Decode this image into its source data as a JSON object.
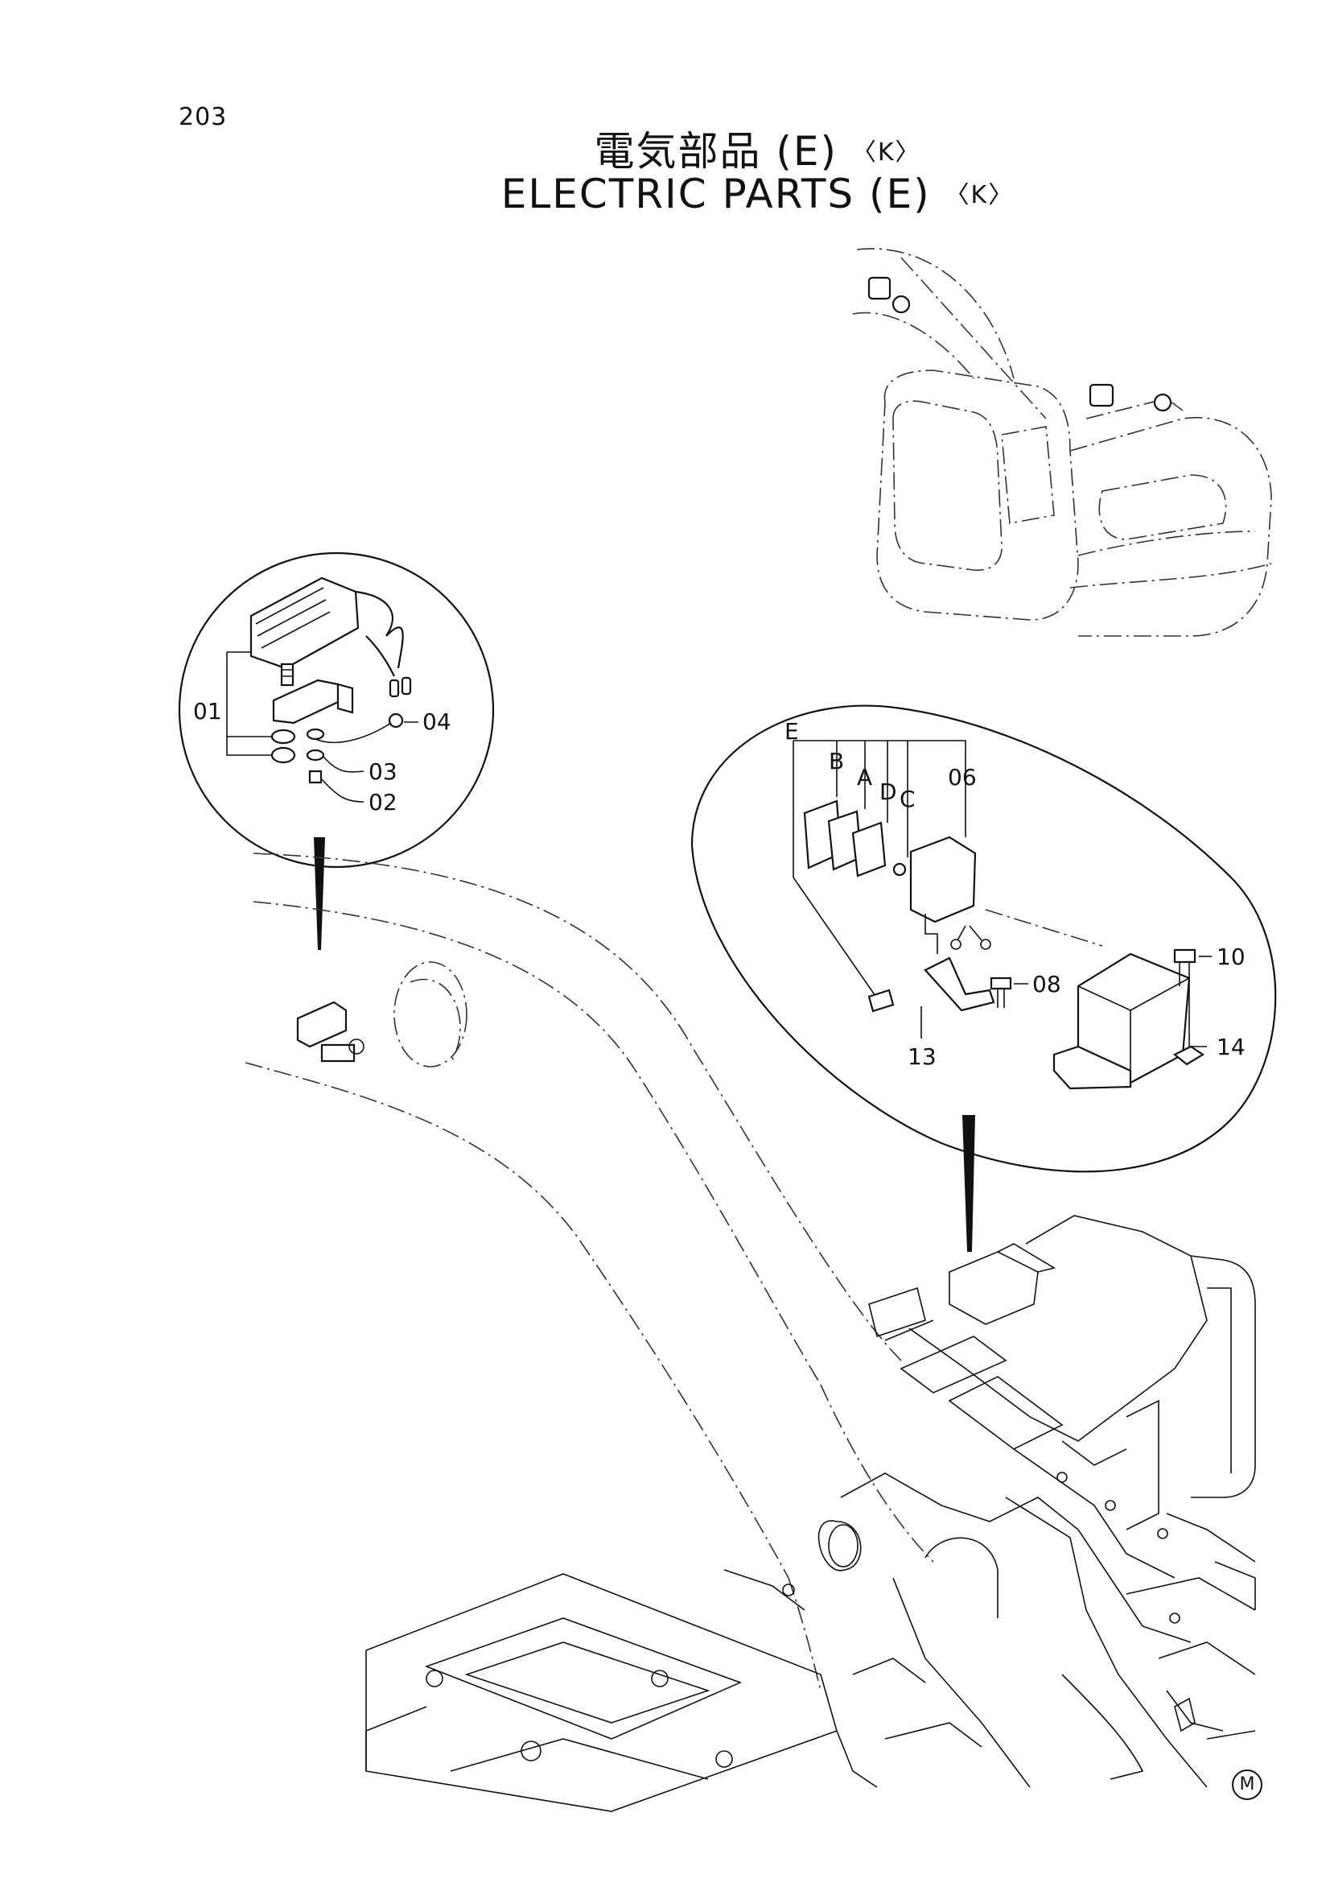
{
  "page_number": "203",
  "title_jp": "電気部品 (E)",
  "title_en": "ELECTRIC PARTS (E)",
  "variant_tag": "〈K〉",
  "callouts": {
    "p01": "01",
    "p02": "02",
    "p03": "03",
    "p04": "04",
    "p06": "06",
    "p08": "08",
    "p10": "10",
    "p13": "13",
    "p14": "14",
    "sA": "A",
    "sB": "B",
    "sC": "C",
    "sD": "D",
    "sE": "E"
  },
  "footer_mark": "M"
}
